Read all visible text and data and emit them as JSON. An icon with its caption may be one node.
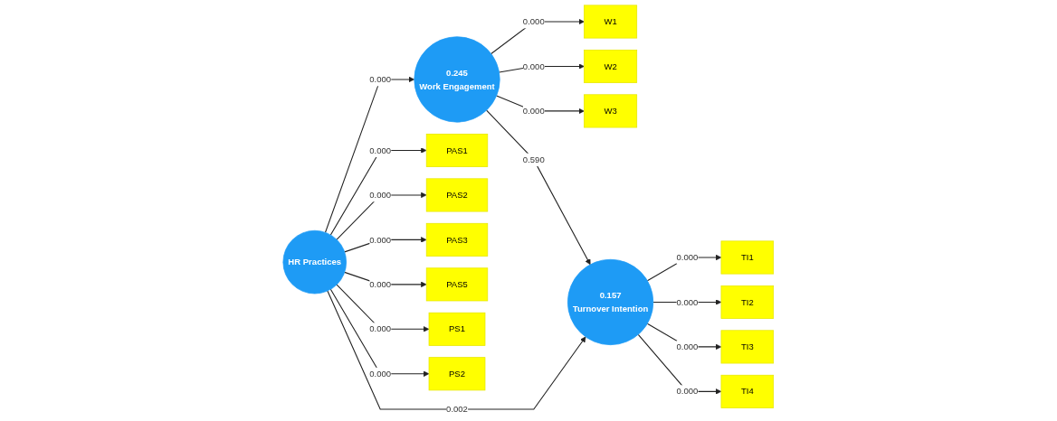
{
  "diagram": {
    "nodes": [
      {
        "text": [
          "W1"
        ]
      },
      {
        "text": [
          "W2"
        ]
      },
      {
        "text": [
          "W3"
        ]
      },
      {
        "text": [
          "0.245",
          "Work Engagement"
        ]
      },
      {
        "text": [
          "PAS1"
        ]
      },
      {
        "text": [
          "PAS2"
        ]
      },
      {
        "text": [
          "PAS3"
        ]
      },
      {
        "text": [
          "PAS5"
        ]
      },
      {
        "text": [
          "PS1"
        ]
      },
      {
        "text": [
          "PS2"
        ]
      },
      {
        "text": [
          "HR Practices"
        ]
      },
      {
        "text": [
          "TI1"
        ]
      },
      {
        "text": [
          "TI2"
        ]
      },
      {
        "text": [
          "TI3"
        ]
      },
      {
        "text": [
          "TI4"
        ]
      },
      {
        "text": [
          "0.157",
          "Turnover Intention"
        ]
      }
    ],
    "edges": [
      {
        "from": 10,
        "to": 3,
        "arrow": "to",
        "label": "0.000"
      },
      {
        "from": 3,
        "to": 15,
        "arrow": "to",
        "label": "0.590"
      },
      {
        "from": 10,
        "to": 15,
        "arrow": "to",
        "label": "0.002"
      },
      {
        "from": 3,
        "to": 0,
        "arrow": "to",
        "label": "0.000"
      },
      {
        "from": 3,
        "to": 1,
        "arrow": "to",
        "label": "0.000"
      },
      {
        "from": 3,
        "to": 2,
        "arrow": "to",
        "label": "0.000"
      },
      {
        "from": 10,
        "to": 4,
        "arrow": "to",
        "label": "0.000"
      },
      {
        "from": 10,
        "to": 5,
        "arrow": "to",
        "label": "0.000"
      },
      {
        "from": 10,
        "to": 6,
        "arrow": "to",
        "label": "0.000"
      },
      {
        "from": 10,
        "to": 7,
        "arrow": "to",
        "label": "0.000"
      },
      {
        "from": 10,
        "to": 8,
        "arrow": "to",
        "label": "0.000"
      },
      {
        "from": 10,
        "to": 9,
        "arrow": "to",
        "label": "0.000"
      },
      {
        "from": 15,
        "to": 11,
        "arrow": "to",
        "label": "0.000"
      },
      {
        "from": 15,
        "to": 12,
        "arrow": "to",
        "label": "0.000"
      },
      {
        "from": 15,
        "to": 13,
        "arrow": "to",
        "label": "0.000"
      },
      {
        "from": 15,
        "to": 14,
        "arrow": "to",
        "label": "0.000"
      }
    ]
  }
}
